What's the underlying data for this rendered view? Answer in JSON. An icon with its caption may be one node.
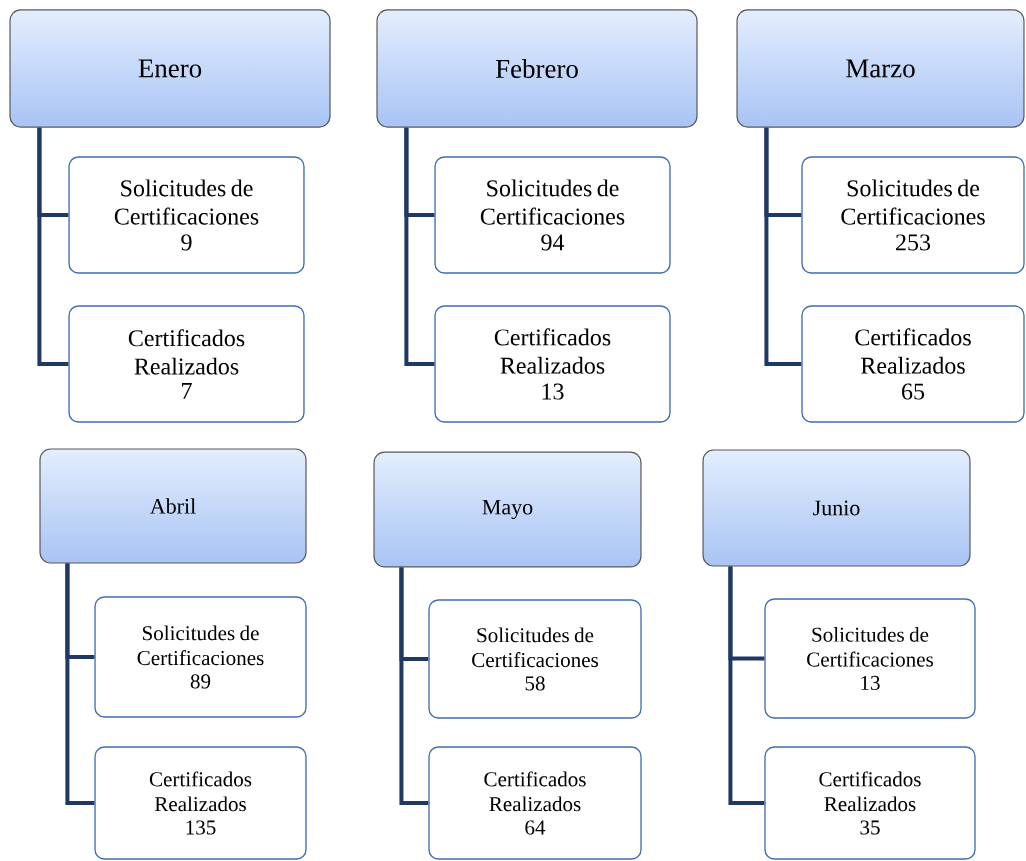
{
  "diagram": {
    "nodes": [
      {
        "text": [
          "Enero"
        ]
      },
      {
        "text": [
          "Solicitudes de Certificaciones",
          "9"
        ]
      },
      {
        "text": [
          "Certificados Realizados",
          "7"
        ]
      },
      {
        "text": [
          "Febrero"
        ]
      },
      {
        "text": [
          "Solicitudes de Certificaciones",
          "94"
        ]
      },
      {
        "text": [
          "Certificados Realizados",
          "13"
        ]
      },
      {
        "text": [
          "Marzo"
        ]
      },
      {
        "text": [
          "Solicitudes de Certificaciones",
          "253"
        ]
      },
      {
        "text": [
          "Certificados Realizados",
          "65"
        ]
      },
      {
        "text": [
          "Abril"
        ]
      },
      {
        "text": [
          "Solicitudes de Certificaciones",
          "89"
        ]
      },
      {
        "text": [
          "Certificados Realizados",
          "135"
        ]
      },
      {
        "text": [
          "Mayo"
        ]
      },
      {
        "text": [
          "Solicitudes de Certificaciones",
          "58"
        ]
      },
      {
        "text": [
          "Certificados Realizados",
          "64"
        ]
      },
      {
        "text": [
          "Junio"
        ]
      },
      {
        "text": [
          "Solicitudes de Certificaciones",
          "13"
        ]
      },
      {
        "text": [
          "Certificados Realizados",
          "35"
        ]
      }
    ],
    "edges": [
      {
        "from": 0,
        "to": 1,
        "arrow": "none"
      },
      {
        "from": 0,
        "to": 2,
        "arrow": "none"
      },
      {
        "from": 3,
        "to": 4,
        "arrow": "none"
      },
      {
        "from": 3,
        "to": 5,
        "arrow": "none"
      },
      {
        "from": 6,
        "to": 7,
        "arrow": "none"
      },
      {
        "from": 6,
        "to": 8,
        "arrow": "none"
      },
      {
        "from": 9,
        "to": 10,
        "arrow": "none"
      },
      {
        "from": 9,
        "to": 11,
        "arrow": "none"
      },
      {
        "from": 12,
        "to": 13,
        "arrow": "none"
      },
      {
        "from": 12,
        "to": 14,
        "arrow": "none"
      },
      {
        "from": 15,
        "to": 16,
        "arrow": "none"
      },
      {
        "from": 15,
        "to": 17,
        "arrow": "none"
      }
    ]
  }
}
